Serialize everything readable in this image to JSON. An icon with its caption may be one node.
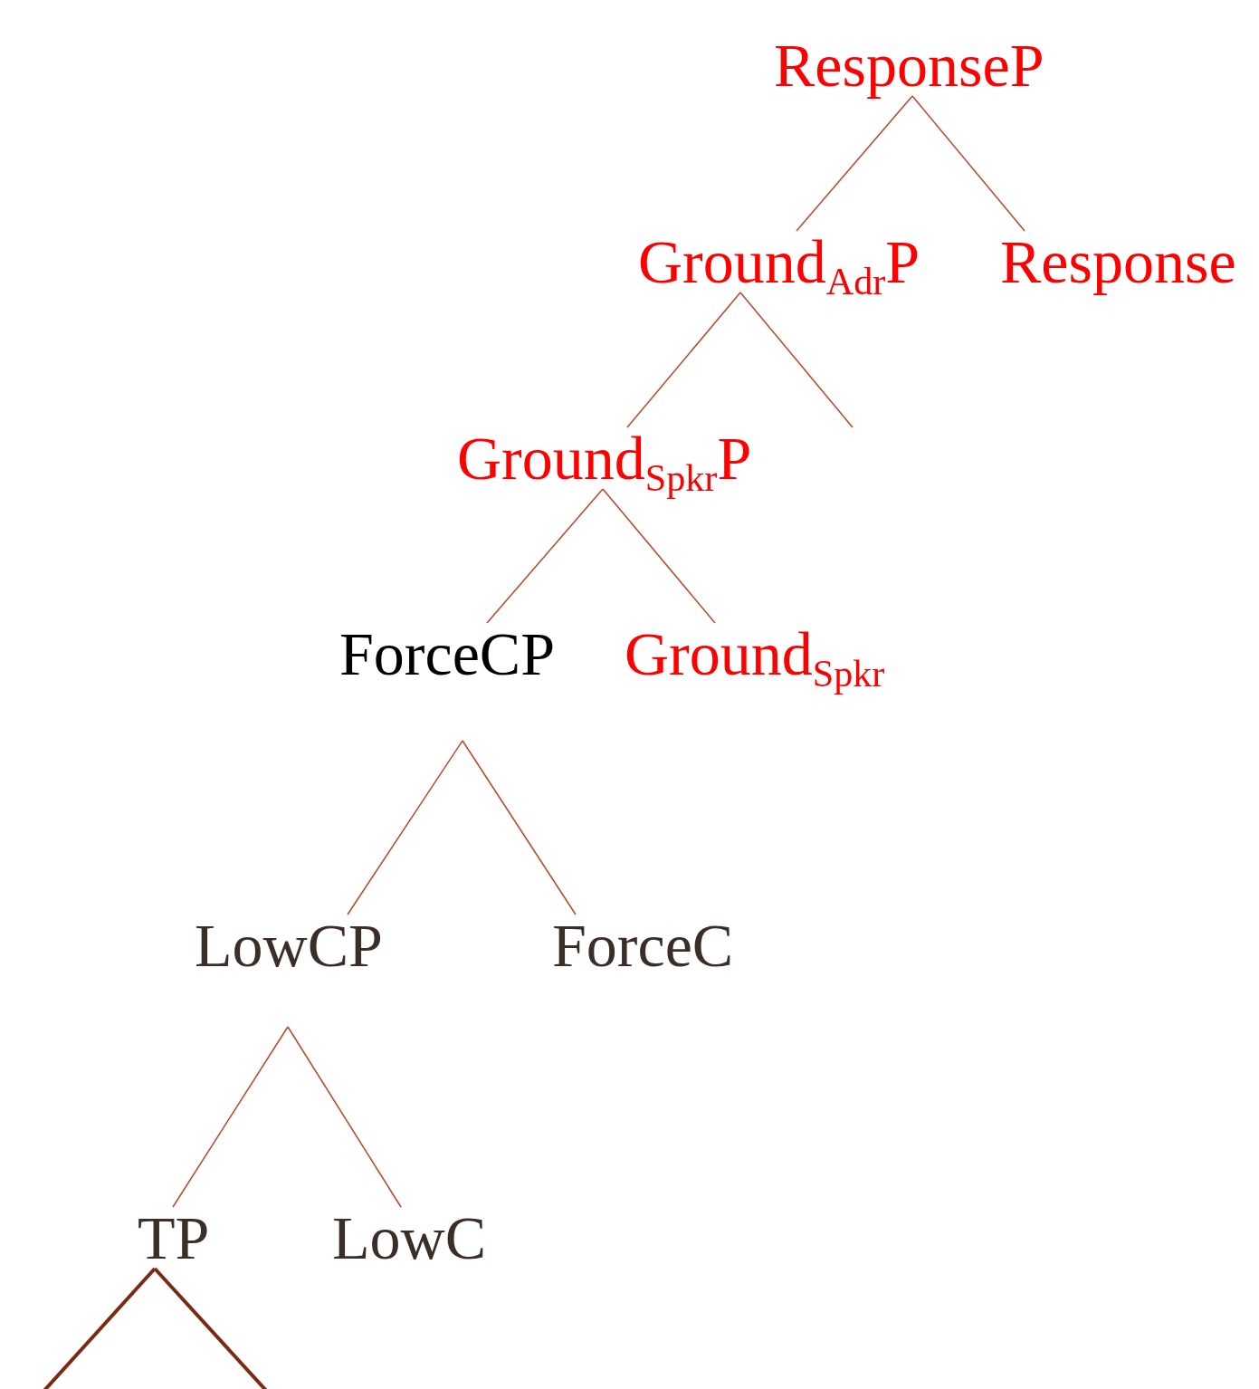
{
  "diagram": {
    "nodes": [
      {
        "text": [
          "ResponseP"
        ]
      },
      {
        "text": [
          "Ground$_{Adr}$P"
        ]
      },
      {
        "text": [
          "Response"
        ]
      },
      {
        "text": [
          "Ground$_{Spkr}$P"
        ]
      },
      {
        "text": [
          "ForceCP"
        ]
      },
      {
        "text": [
          "Ground$_{Spkr}$"
        ]
      },
      {
        "text": [
          "LowCP"
        ]
      },
      {
        "text": [
          "ForceC"
        ]
      },
      {
        "text": [
          "TP"
        ]
      },
      {
        "text": [
          "LowC"
        ]
      }
    ],
    "edges": [
      {
        "from": 0,
        "to": 1,
        "arrow": "none"
      },
      {
        "from": 0,
        "to": 2,
        "arrow": "none"
      },
      {
        "from": 1,
        "to": 3,
        "arrow": "none"
      },
      {
        "from": 1,
        "to": null,
        "arrow": "none"
      },
      {
        "from": 3,
        "to": 4,
        "arrow": "none"
      },
      {
        "from": 3,
        "to": 5,
        "arrow": "none"
      },
      {
        "from": 4,
        "to": 6,
        "arrow": "none"
      },
      {
        "from": 4,
        "to": 7,
        "arrow": "none"
      },
      {
        "from": 6,
        "to": 8,
        "arrow": "none"
      },
      {
        "from": 6,
        "to": 9,
        "arrow": "none"
      },
      {
        "from": 8,
        "to": null,
        "arrow": "none",
        "style": "thick",
        "color": "#7a2a10"
      },
      {
        "from": 8,
        "to": null,
        "arrow": "none",
        "style": "thick",
        "color": "#7a2a10"
      }
    ]
  }
}
